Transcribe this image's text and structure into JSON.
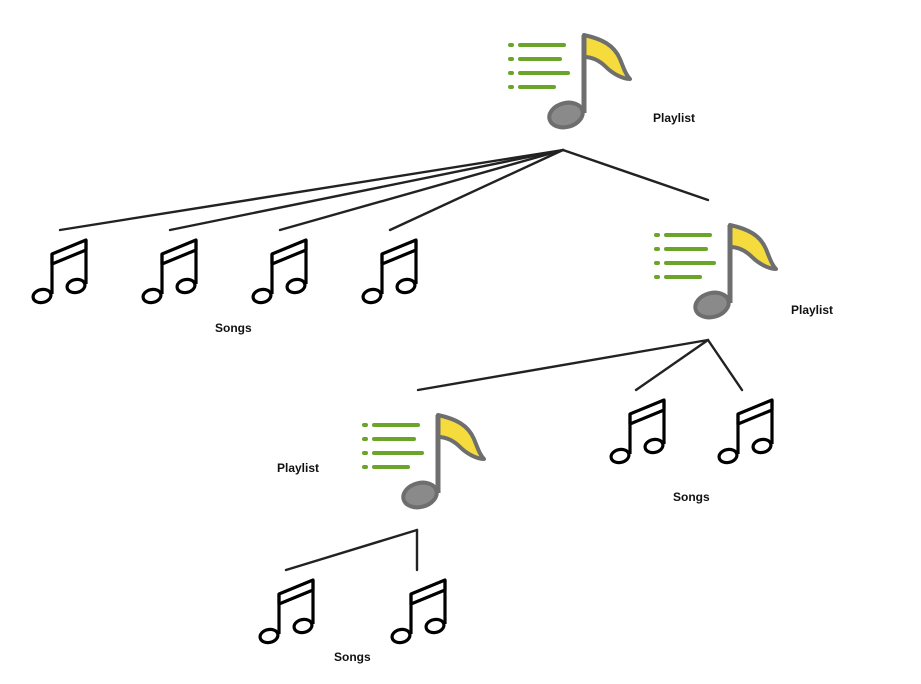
{
  "labels": {
    "playlist_root": "Playlist",
    "playlist_mid": "Playlist",
    "playlist_low": "Playlist",
    "songs_top": "Songs",
    "songs_right": "Songs",
    "songs_bottom": "Songs"
  },
  "colors": {
    "list_lines": "#6aa52a",
    "note_flag": "#f5dc3c",
    "note_body": "#6e6e6e",
    "note_head": "#8a8a8a",
    "edges": "#222222",
    "song_icon": "#000000"
  },
  "icons": {
    "playlist": "playlist-note-icon",
    "song": "beamed-eighth-notes-icon"
  }
}
